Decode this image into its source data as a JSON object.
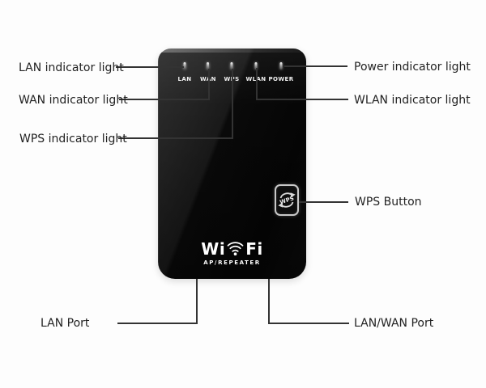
{
  "colors": {
    "background": "#fdfdfd",
    "line_color": "#333333",
    "label_color": "#222222",
    "device_dark": "#050505",
    "device_text": "#f2f2f2",
    "button_border": "#c8c8c8"
  },
  "device": {
    "leds": [
      {
        "label": "LAN"
      },
      {
        "label": "WAN"
      },
      {
        "label": "WPS"
      },
      {
        "label": "WLAN"
      },
      {
        "label": "POWER"
      }
    ],
    "wps_button": {
      "label": "WPS"
    },
    "logo": {
      "left": "Wi",
      "right": "Fi",
      "subtitle": "AP/REPEATER"
    }
  },
  "callouts": {
    "left": [
      {
        "label": "LAN indicator light"
      },
      {
        "label": "WAN indicator light"
      },
      {
        "label": "WPS indicator light"
      },
      {
        "label": "LAN Port"
      }
    ],
    "right": [
      {
        "label": "Power indicator light"
      },
      {
        "label": "WLAN indicator light"
      },
      {
        "label": "WPS Button"
      },
      {
        "label": "LAN/WAN Port"
      }
    ]
  }
}
